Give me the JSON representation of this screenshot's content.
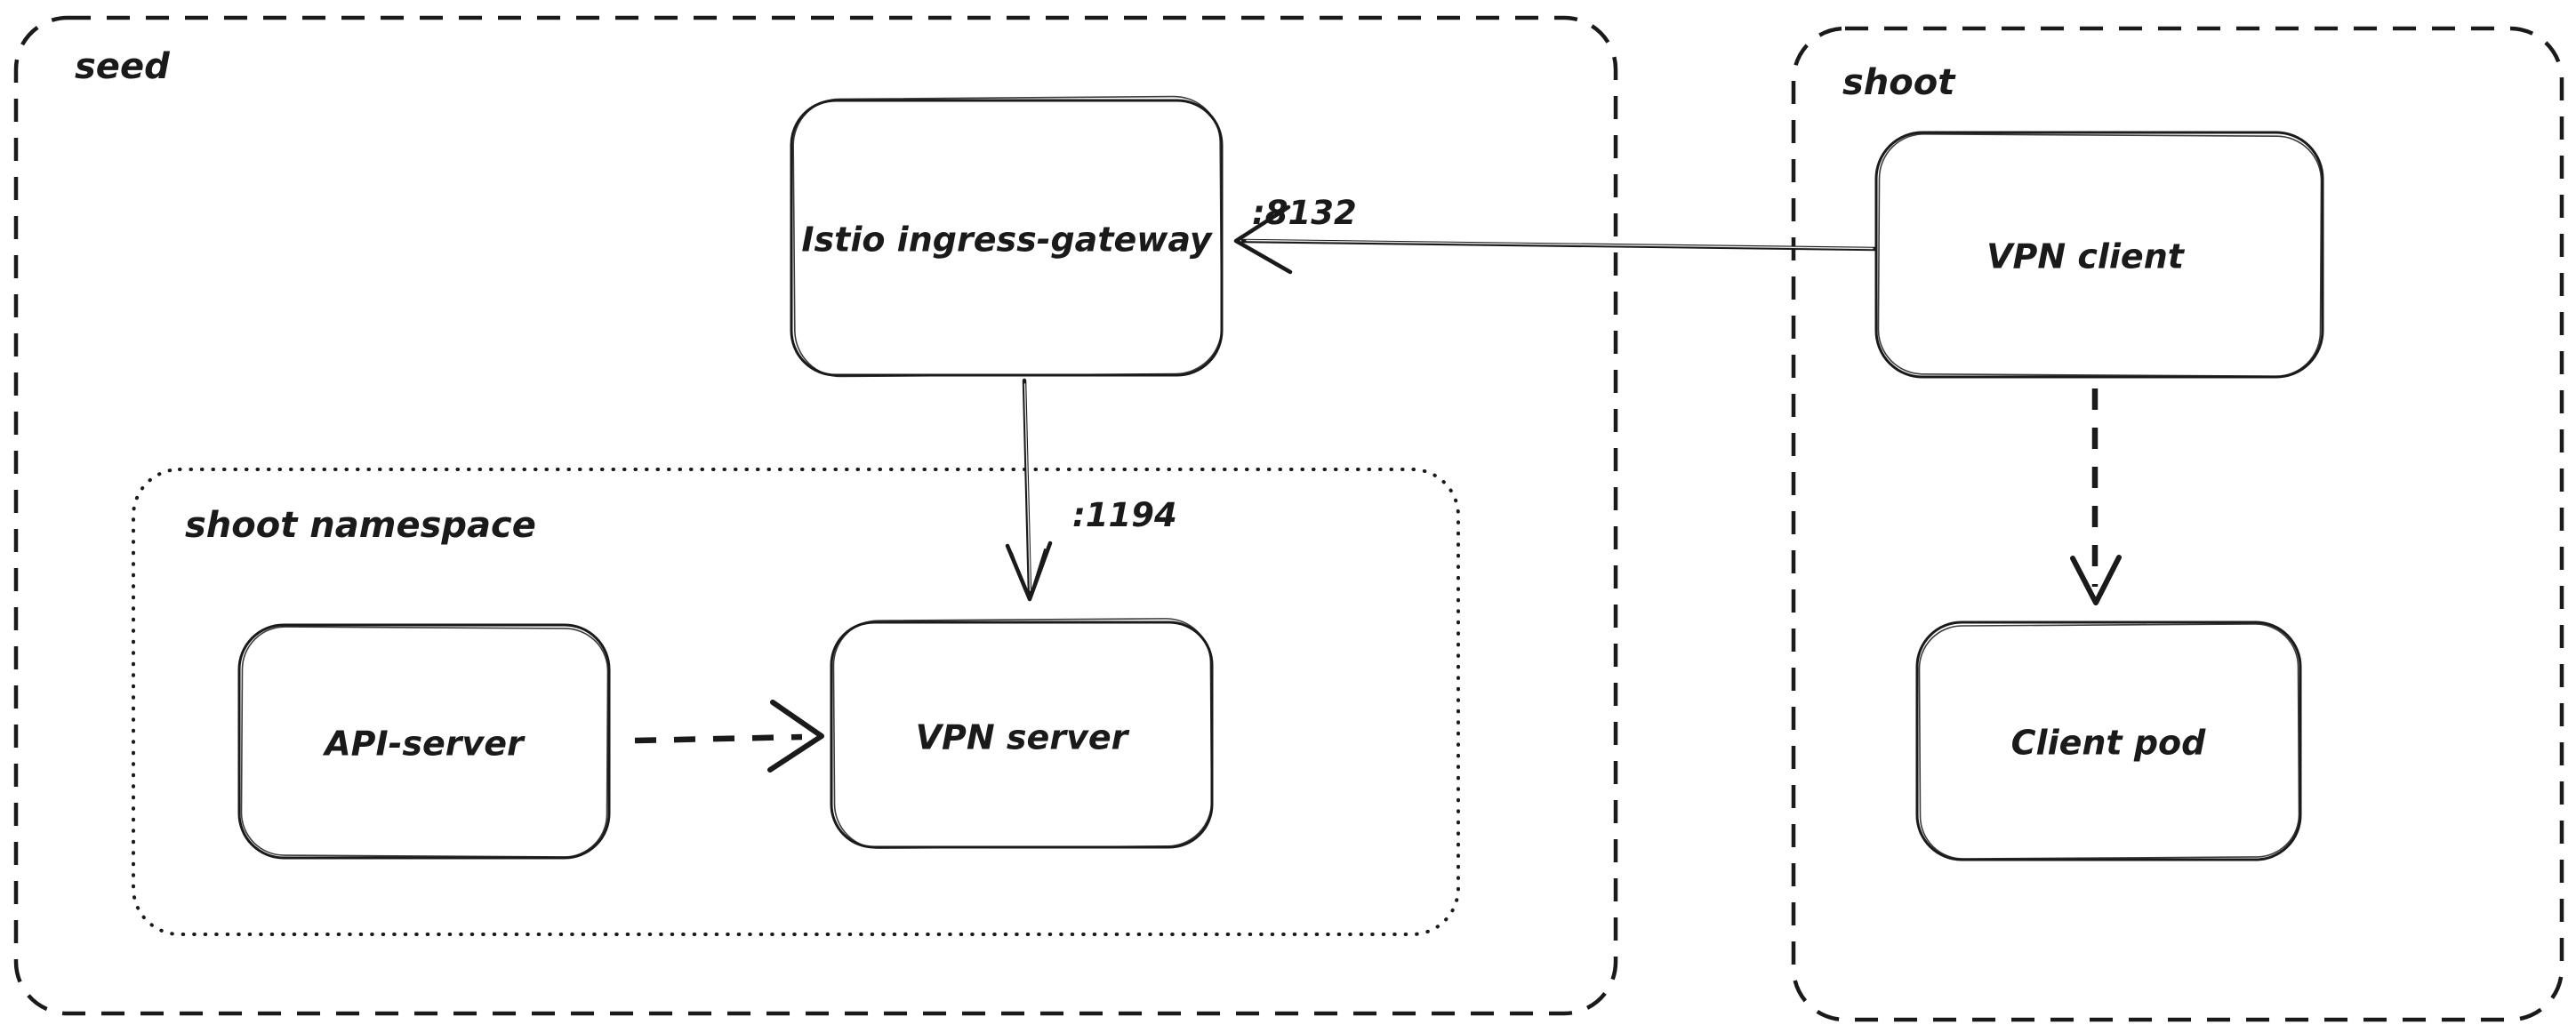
{
  "diagram": {
    "tool_style": "excalidraw-hand-drawn",
    "background_color": "#ffffff",
    "stroke_color": "#1a1a1a",
    "containers": [
      {
        "id": "seed",
        "label": "seed",
        "border_style": "dashed"
      },
      {
        "id": "shoot-namespace",
        "label": "shoot namespace",
        "border_style": "dotted",
        "parent": "seed"
      },
      {
        "id": "shoot",
        "label": "shoot",
        "border_style": "dashed"
      }
    ],
    "nodes": [
      {
        "id": "istio-ingress-gateway",
        "label": "Istio ingress-gateway",
        "container": "seed"
      },
      {
        "id": "api-server",
        "label": "API-server",
        "container": "shoot-namespace"
      },
      {
        "id": "vpn-server",
        "label": "VPN server",
        "container": "shoot-namespace"
      },
      {
        "id": "vpn-client",
        "label": "VPN client",
        "container": "shoot"
      },
      {
        "id": "client-pod",
        "label": "Client pod",
        "container": "shoot"
      }
    ],
    "edges": [
      {
        "from": "vpn-client",
        "to": "istio-ingress-gateway",
        "style": "solid",
        "label": ":8132"
      },
      {
        "from": "istio-ingress-gateway",
        "to": "vpn-server",
        "style": "solid",
        "label": ":1194"
      },
      {
        "from": "api-server",
        "to": "vpn-server",
        "style": "dashed",
        "label": ""
      },
      {
        "from": "vpn-client",
        "to": "client-pod",
        "style": "dashed",
        "label": ""
      }
    ]
  }
}
